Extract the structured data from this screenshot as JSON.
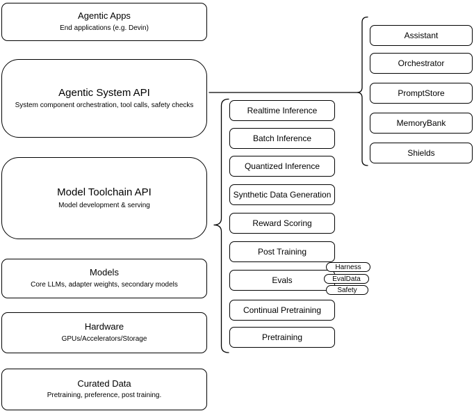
{
  "colors": {
    "stroke": "#000000",
    "background": "#ffffff",
    "text": "#000000"
  },
  "stack": [
    {
      "title": "Agentic Apps",
      "subtitle": "End applications (e.g. Devin)"
    },
    {
      "title": "Agentic System API",
      "subtitle": "System component orchestration, tool calls, safety checks"
    },
    {
      "title": "Model Toolchain API",
      "subtitle": "Model development & serving"
    },
    {
      "title": "Models",
      "subtitle": "Core LLMs, adapter weights, secondary models"
    },
    {
      "title": "Hardware",
      "subtitle": "GPUs/Accelerators/Storage"
    },
    {
      "title": "Curated Data",
      "subtitle": "Pretraining, preference, post training."
    }
  ],
  "toolchain": [
    "Realtime Inference",
    "Batch Inference",
    "Quantized Inference",
    "Synthetic Data Generation",
    "Reward Scoring",
    "Post Training",
    "Evals",
    "Continual Pretraining",
    "Pretraining"
  ],
  "evals_tags": [
    "Harness",
    "EvalData",
    "Safety"
  ],
  "components": [
    "Assistant",
    "Orchestrator",
    "PromptStore",
    "MemoryBank",
    "Shields"
  ]
}
